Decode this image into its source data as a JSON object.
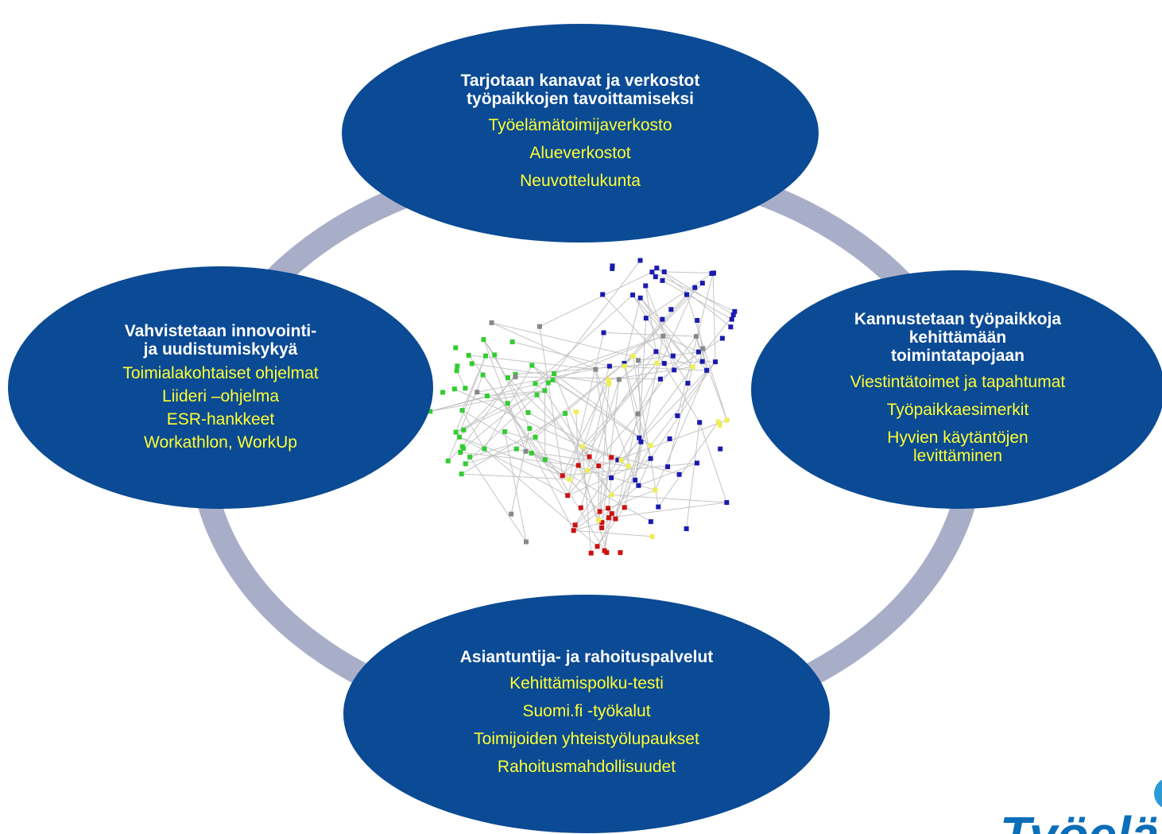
{
  "top": {
    "title": "Tarjotaan kanavat ja verkostot\ntyöpaikkojen tavoittamiseksi",
    "items": [
      "Työelämätoimijaverkosto",
      "Alueverkostot",
      "Neuvottelukunta"
    ]
  },
  "left": {
    "title": "Vahvistetaan innovointi-\nja uudistumiskykyä",
    "items": [
      "Toimialakohtaiset ohjelmat",
      "Liideri –ohjelma",
      "ESR-hankkeet",
      "Workathlon, WorkUp"
    ]
  },
  "right": {
    "title": "Kannustetaan työpaikkoja\nkehittämään\ntoimintatapojaan",
    "items": [
      "Viestintätoimet ja tapahtumat",
      "Työpaikkaesimerkit",
      "Hyvien käytäntöjen\nlevittäminen"
    ]
  },
  "bottom": {
    "title": "Asiantuntija- ja rahoituspalvelut",
    "items": [
      "Kehittämispolku-testi",
      "Suomi.fi  -työkalut",
      "Toimijoiden yhteistyölupaukset",
      "Rahoitusmahdollisuudet"
    ]
  },
  "logo": {
    "text": "Työelä"
  },
  "colors": {
    "ellipse_fill": "#0b4a94",
    "title_text": "#ffffff",
    "item_text": "#ffff33",
    "ring": "#a9aec8",
    "logo": "#0a6fb8",
    "network_edges": "#c4c4c4",
    "node_blue": "#1a1ab0",
    "node_green": "#33cc33",
    "node_red": "#cc1111",
    "node_yellow": "#eeee55",
    "node_gray": "#888888"
  },
  "icons": {
    "background_image": "network-graph-image",
    "logo_mark": "logo-dot-icon"
  }
}
